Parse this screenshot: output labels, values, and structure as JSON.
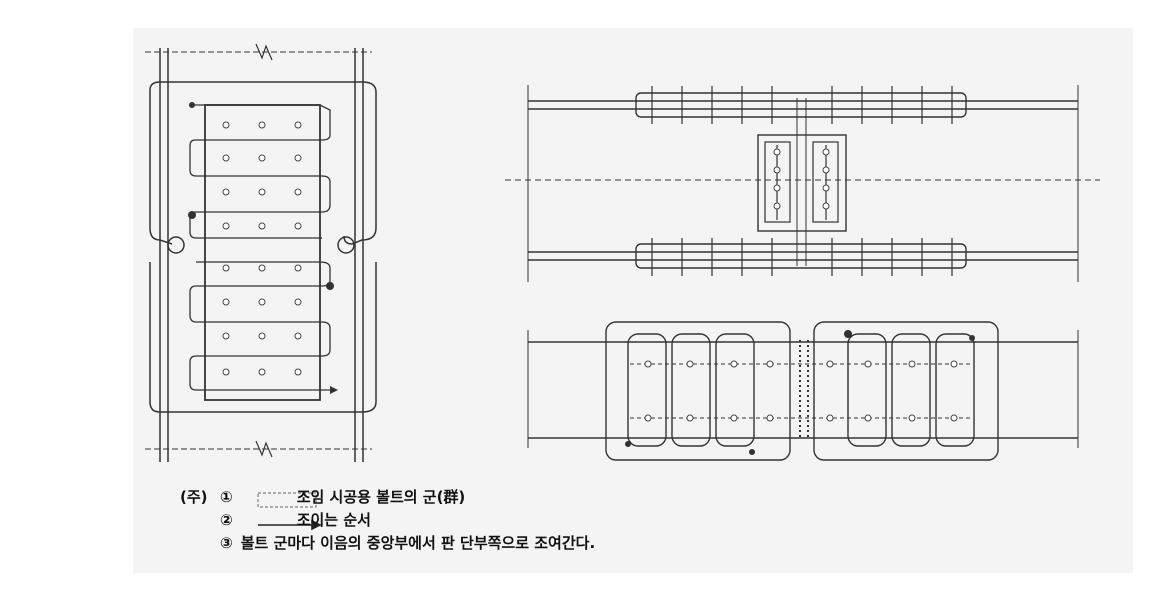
{
  "legend": {
    "prefix": "(주)",
    "item1_num": "①",
    "item1_text": "조임 시공용 볼트의 군(群)",
    "item2_num": "②",
    "item2_text": "조이는 순서",
    "item3_num": "③",
    "item3_text": "볼트 군마다 이음의 중앙부에서 판 단부쪽으로 조여간다."
  },
  "colors": {
    "line": "#333333",
    "panel": "#f2f2f2",
    "background": "#ffffff"
  }
}
